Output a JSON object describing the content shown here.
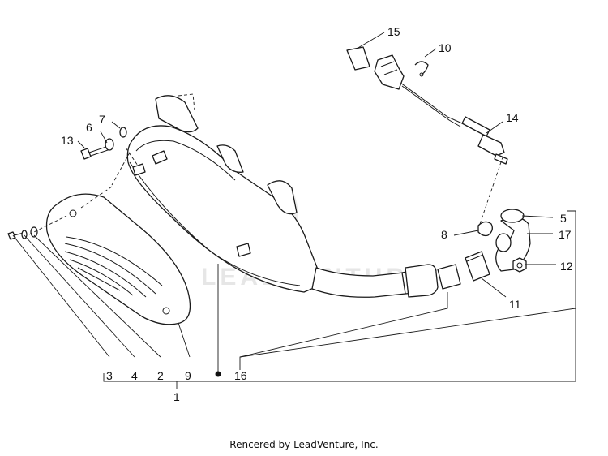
{
  "diagram": {
    "callouts": {
      "c1": "1",
      "c2": "2",
      "c3": "3",
      "c4": "4",
      "c5": "5",
      "c6": "6",
      "c7": "7",
      "c8": "8",
      "c9": "9",
      "c10": "10",
      "c11": "11",
      "c12": "12",
      "c13": "13",
      "c14": "14",
      "c15": "15",
      "c16": "16",
      "c17": "17"
    },
    "watermark": "LEADVENTURE"
  },
  "footer": {
    "credit": "Rencered by LeadVenture, Inc."
  }
}
